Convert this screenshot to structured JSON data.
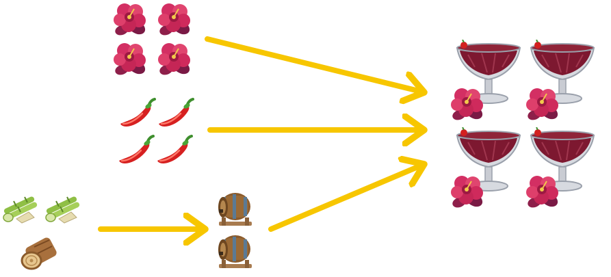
{
  "recipe": {
    "inputs": [
      {
        "id": "hibiscus",
        "icon": "hibiscus-flower-icon",
        "count": 4
      },
      {
        "id": "chili",
        "icon": "red-chili-pepper-icon",
        "count": 4
      },
      {
        "id": "sugarcane",
        "icon": "sugarcane-icon",
        "count": 2
      },
      {
        "id": "wood",
        "icon": "wood-log-icon",
        "count": 1
      }
    ],
    "intermediate": {
      "id": "barrel",
      "icon": "wooden-barrel-icon",
      "count": 2
    },
    "output": {
      "id": "hibiscus-cocktail",
      "icon": "hibiscus-cocktail-glass-icon",
      "count": 4
    }
  },
  "colors": {
    "arrow": "#f7c600",
    "hibiscus_petal": "#d32f63",
    "hibiscus_dark": "#8e1f4a",
    "chili": "#d62020",
    "chili_stem": "#3f8f2e",
    "sugarcane": "#a6cf5a",
    "wood": "#a8703d",
    "barrel_wood": "#8a5a2b",
    "barrel_hoop": "#5b7a94",
    "cocktail_liquid": "#7d1830",
    "glass": "#c9ccd3"
  }
}
